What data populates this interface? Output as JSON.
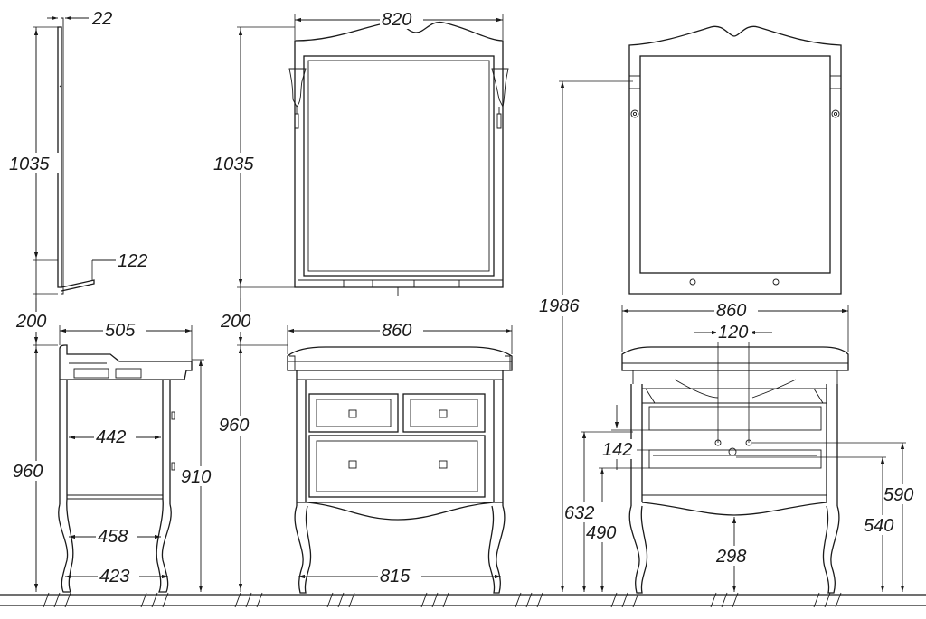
{
  "dimensions": {
    "side_mirror_depth": "22",
    "side_mirror_height": "1035",
    "side_shelf_depth": "122",
    "side_gap": "200",
    "side_top_depth": "505",
    "side_inner_width": "442",
    "side_total_height": "960",
    "side_body_height": "910",
    "side_leg_mid": "458",
    "side_leg_base": "423",
    "front_mirror_width": "820",
    "front_mirror_height": "1035",
    "front_gap": "200",
    "front_top_width": "860",
    "front_total_height": "960",
    "front_leg_width": "815",
    "rear_total_height": "1986",
    "rear_top_width": "860",
    "rear_hole_spacing": "120",
    "rear_pipe_height": "142",
    "rear_632": "632",
    "rear_490": "490",
    "rear_298": "298",
    "rear_590": "590",
    "rear_540": "540"
  }
}
